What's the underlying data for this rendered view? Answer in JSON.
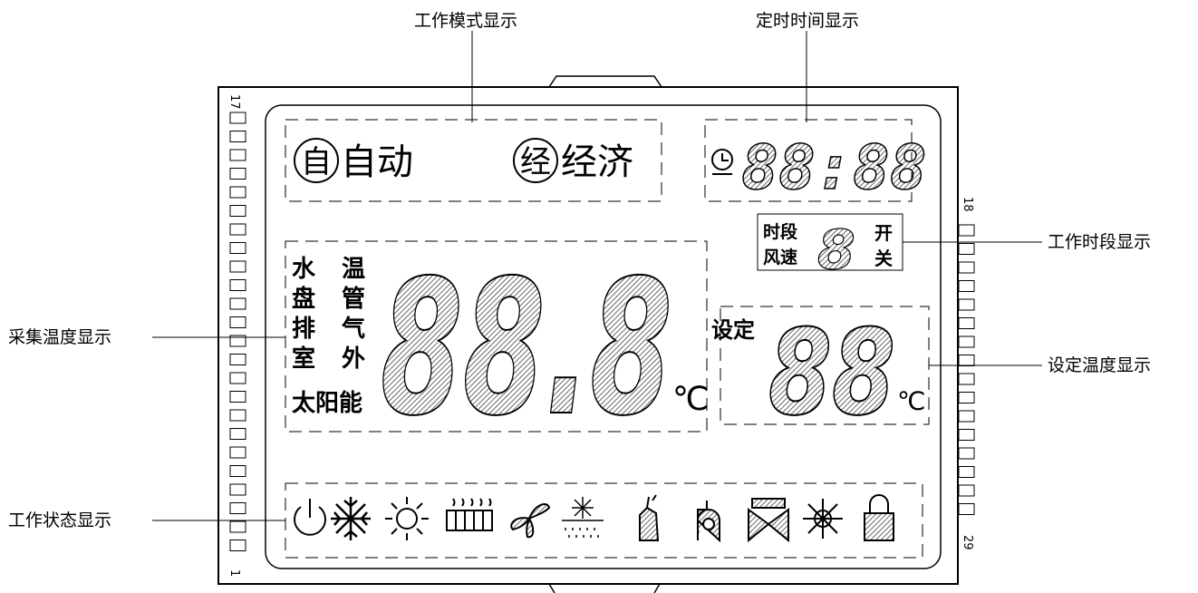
{
  "callouts": {
    "mode": "工作模式显示",
    "timer": "定时时间显示",
    "period": "工作时段显示",
    "collect": "采集温度显示",
    "set_temp": "设定温度显示",
    "status": "工作状态显示"
  },
  "pin_labels": {
    "top_left": "17",
    "bottom_left": "1",
    "top_right": "18",
    "bottom_right": "29"
  },
  "mode": {
    "auto_badge": "自",
    "auto_label": "自动",
    "eco_badge": "经",
    "eco_label": "经济"
  },
  "clock": {
    "digits": "88:88"
  },
  "period_box": {
    "row1_left": "时段",
    "row2_left": "风速",
    "digit": "8",
    "on": "开",
    "off": "关"
  },
  "sensors": {
    "left_col": [
      "水",
      "盘",
      "排",
      "室",
      "太"
    ],
    "right_col": [
      "温",
      "管",
      "气",
      "外",
      "阳能"
    ],
    "main_digits": "88.8",
    "unit": "℃"
  },
  "setpoint": {
    "label": "设定",
    "digits": "88",
    "unit": "℃"
  },
  "status_icons": [
    "power-icon",
    "snowflake-icon",
    "sun-icon",
    "heater-icon",
    "fan-icon",
    "defrost-icon",
    "valve-icon",
    "pump-icon",
    "bypass-valve-icon",
    "antifreeze-icon",
    "lock-icon"
  ],
  "colors": {
    "ink": "#000000",
    "hatch": "#555555",
    "background": "#ffffff"
  }
}
